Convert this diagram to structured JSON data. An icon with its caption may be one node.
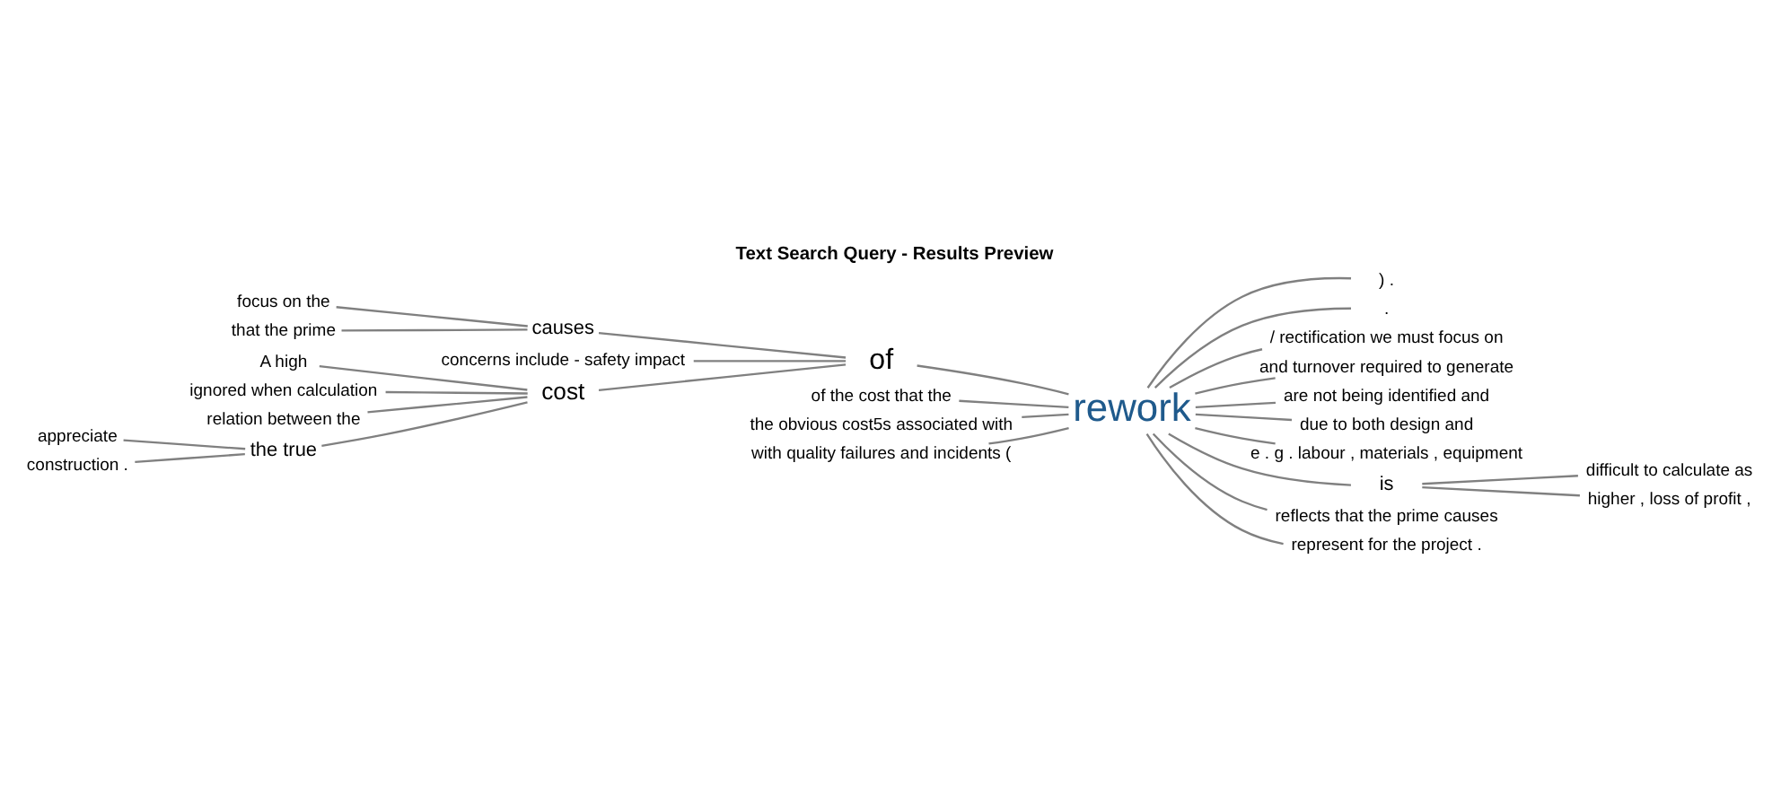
{
  "diagram": {
    "title": "Text Search Query - Results Preview",
    "nodes": [
      {
        "text": [
          "focus on the"
        ]
      },
      {
        "text": [
          "that the prime"
        ]
      },
      {
        "text": [
          "causes"
        ]
      },
      {
        "text": [
          "concerns include - safety impact"
        ]
      },
      {
        "text": [
          "A high"
        ]
      },
      {
        "text": [
          "ignored when calculation"
        ]
      },
      {
        "text": [
          "relation between the"
        ]
      },
      {
        "text": [
          "cost"
        ]
      },
      {
        "text": [
          "appreciate"
        ]
      },
      {
        "text": [
          "construction ."
        ]
      },
      {
        "text": [
          "the true"
        ]
      },
      {
        "text": [
          "of"
        ]
      },
      {
        "text": [
          "of the cost that the"
        ]
      },
      {
        "text": [
          "the obvious cost5s associated with"
        ]
      },
      {
        "text": [
          "with quality failures and incidents ("
        ]
      },
      {
        "text": [
          "rework"
        ]
      },
      {
        "text": [
          ") ."
        ]
      },
      {
        "text": [
          "."
        ]
      },
      {
        "text": [
          "/ rectification we must focus on"
        ]
      },
      {
        "text": [
          "and turnover required to generate"
        ]
      },
      {
        "text": [
          "are not being identified and"
        ]
      },
      {
        "text": [
          "due to both design and"
        ]
      },
      {
        "text": [
          "e . g . labour , materials , equipment"
        ]
      },
      {
        "text": [
          "is"
        ]
      },
      {
        "text": [
          "difficult to calculate as"
        ]
      },
      {
        "text": [
          "higher , loss of profit ,"
        ]
      },
      {
        "text": [
          "reflects that the prime causes"
        ]
      },
      {
        "text": [
          "represent for the project ."
        ]
      }
    ],
    "edges": [
      {
        "from": 0,
        "to": 2,
        "arrow": "none"
      },
      {
        "from": 1,
        "to": 2,
        "arrow": "none"
      },
      {
        "from": 2,
        "to": 11,
        "arrow": "none"
      },
      {
        "from": 3,
        "to": 11,
        "arrow": "none"
      },
      {
        "from": 4,
        "to": 7,
        "arrow": "none"
      },
      {
        "from": 5,
        "to": 7,
        "arrow": "none"
      },
      {
        "from": 6,
        "to": 7,
        "arrow": "none"
      },
      {
        "from": 8,
        "to": 10,
        "arrow": "none"
      },
      {
        "from": 9,
        "to": 10,
        "arrow": "none"
      },
      {
        "from": 10,
        "to": 7,
        "arrow": "none"
      },
      {
        "from": 7,
        "to": 11,
        "arrow": "none"
      },
      {
        "from": 11,
        "to": 15,
        "arrow": "none"
      },
      {
        "from": 12,
        "to": 15,
        "arrow": "none"
      },
      {
        "from": 13,
        "to": 15,
        "arrow": "none"
      },
      {
        "from": 14,
        "to": 15,
        "arrow": "none"
      },
      {
        "from": 15,
        "to": 16,
        "arrow": "none"
      },
      {
        "from": 15,
        "to": 17,
        "arrow": "none"
      },
      {
        "from": 15,
        "to": 18,
        "arrow": "none"
      },
      {
        "from": 15,
        "to": 19,
        "arrow": "none"
      },
      {
        "from": 15,
        "to": 20,
        "arrow": "none"
      },
      {
        "from": 15,
        "to": 21,
        "arrow": "none"
      },
      {
        "from": 15,
        "to": 22,
        "arrow": "none"
      },
      {
        "from": 15,
        "to": 23,
        "arrow": "none"
      },
      {
        "from": 23,
        "to": 24,
        "arrow": "none"
      },
      {
        "from": 23,
        "to": 25,
        "arrow": "none"
      },
      {
        "from": 15,
        "to": 26,
        "arrow": "none"
      },
      {
        "from": 15,
        "to": 27,
        "arrow": "none"
      }
    ]
  }
}
